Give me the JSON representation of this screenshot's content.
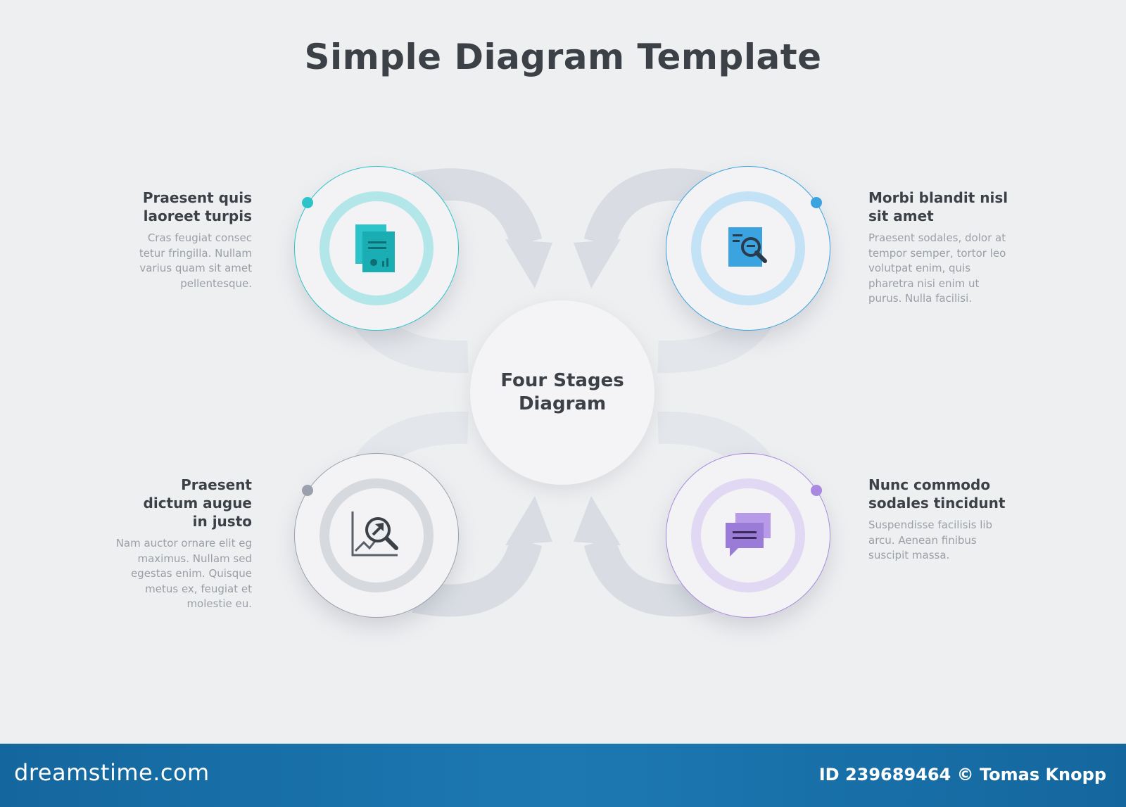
{
  "title": "Simple Diagram Template",
  "center_label": "Four Stages\nDiagram",
  "stages": [
    {
      "heading": "Praesent quis laoreet turpis",
      "body": "Cras feugiat consec tetur fringilla. Nullam varius quam sit amet pellentesque.",
      "color": "#2cc4c9",
      "icon": "documents-icon"
    },
    {
      "heading": "Morbi blandit nisl sit amet",
      "body": "Praesent sodales, dolor at tempor semper, tortor leo volutpat enim, quis pharetra nisi enim ut purus. Nulla facilisi.",
      "color": "#3ba4e0",
      "icon": "document-search-icon"
    },
    {
      "heading": "Praesent dictum augue in justo",
      "body": "Nam auctor ornare elit eg maximus. Nullam sed egestas enim. Quisque metus ex, feugiat et molestie eu.",
      "color": "#9aa1ad",
      "icon": "chart-magnifier-icon"
    },
    {
      "heading": "Nunc commodo sodales tincidunt",
      "body": "Suspendisse facilisis lib arcu. Aenean finibus suscipit massa.",
      "color": "#a98ae0",
      "icon": "chat-bubbles-icon"
    }
  ],
  "footer": {
    "brand": "dreamstime.com",
    "credit": "ID 239689464 © Tomas Knopp"
  }
}
